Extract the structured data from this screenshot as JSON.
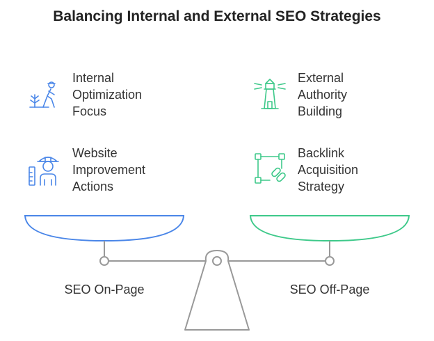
{
  "title": "Balancing Internal and External SEO Strategies",
  "left": {
    "label": "SEO On-Page",
    "color": "#4a86e8",
    "items": [
      {
        "lines": [
          "Internal",
          "Optimization",
          "Focus"
        ],
        "icon": "gardener-plant-icon"
      },
      {
        "lines": [
          "Website",
          "Improvement",
          "Actions"
        ],
        "icon": "construction-worker-icon"
      }
    ]
  },
  "right": {
    "label": "SEO Off-Page",
    "color": "#3ec98a",
    "items": [
      {
        "lines": [
          "External",
          "Authority",
          "Building"
        ],
        "icon": "lighthouse-icon"
      },
      {
        "lines": [
          "Backlink",
          "Acquisition",
          "Strategy"
        ],
        "icon": "link-network-icon"
      }
    ]
  }
}
